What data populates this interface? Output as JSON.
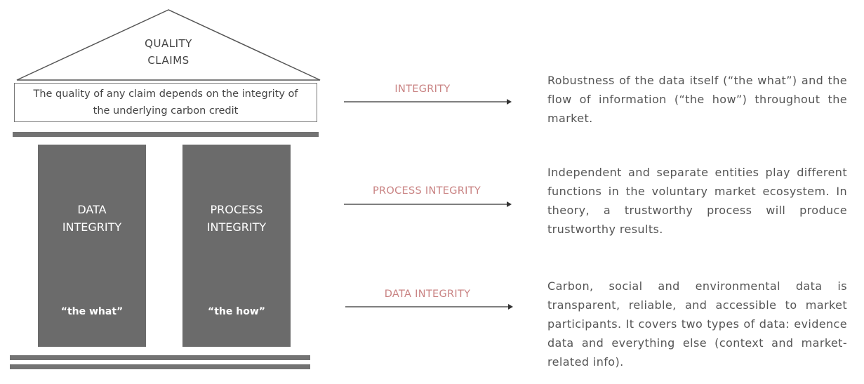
{
  "temple": {
    "roof_label_line1": "QUALITY",
    "roof_label_line2": "CLAIMS",
    "claim_line1": "The quality of any claim depends on the integrity of",
    "claim_line2": "the underlying carbon credit",
    "pillars": [
      {
        "line1": "DATA",
        "line2": "INTEGRITY",
        "sub": "“the what”"
      },
      {
        "line1": "PROCESS",
        "line2": "INTEGRITY",
        "sub": "“the how”"
      }
    ]
  },
  "rows": [
    {
      "label": "INTEGRITY",
      "description": "Robustness of the data itself (“the what”) and the flow of information (“the how”) throughout the market."
    },
    {
      "label": "PROCESS INTEGRITY",
      "description": "Independent and separate entities play different functions in the voluntary market ecosystem. In theory, a trustworthy process will produce trustworthy results."
    },
    {
      "label": "DATA INTEGRITY",
      "description": "Carbon, social and environmental data is transparent, reliable, and accessible to market participants. It covers two types of data: evidence data and everything else (context and market-related info)."
    }
  ],
  "colors": {
    "pillar": "#6b6b6b",
    "accent_label": "#c98383",
    "text": "#555555"
  }
}
